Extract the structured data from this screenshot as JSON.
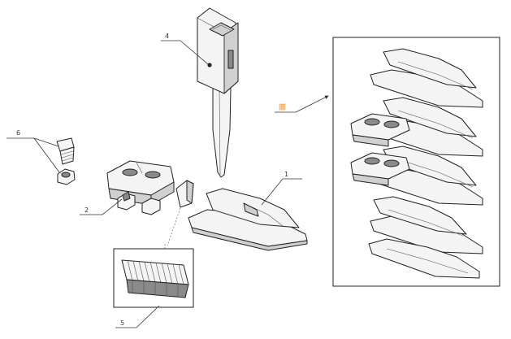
{
  "labels": {
    "part1": "1",
    "part2": "2",
    "part4": "4",
    "part5": "5",
    "part6": "6",
    "part8": "8"
  },
  "colors": {
    "line": "#333333",
    "highlight_label": "#e8a14a",
    "frame": "#222222"
  }
}
